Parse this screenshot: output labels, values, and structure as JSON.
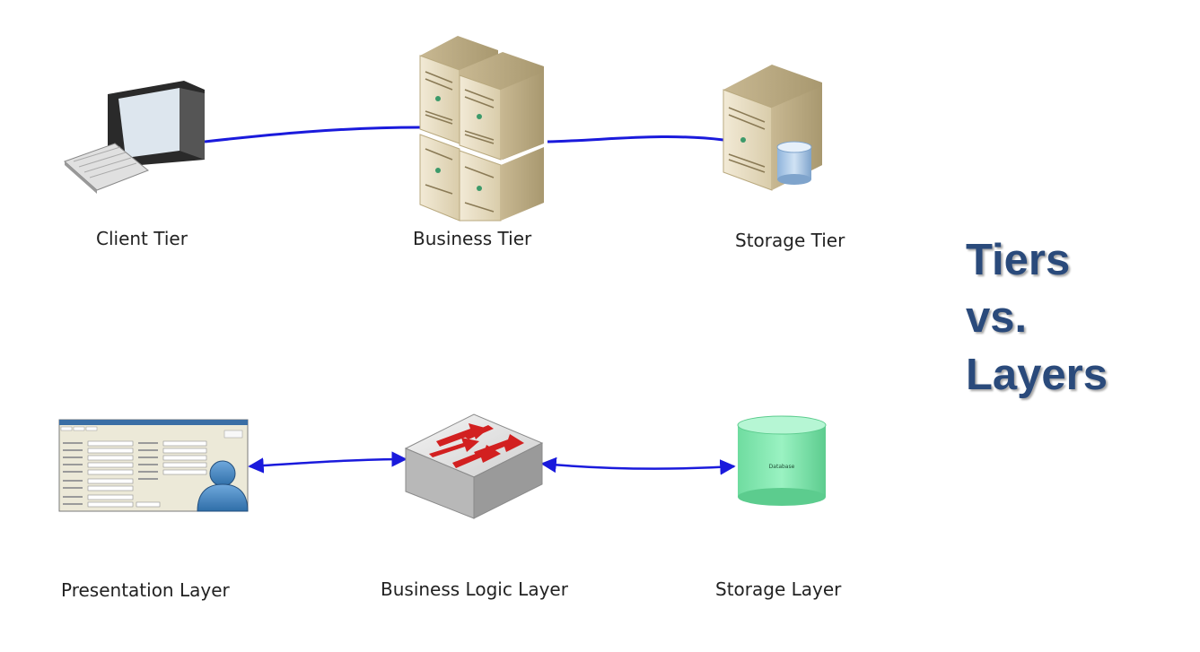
{
  "title_lines": [
    "Tiers",
    "vs.",
    "Layers"
  ],
  "tiers": {
    "client": "Client Tier",
    "business": "Business Tier",
    "storage": "Storage Tier"
  },
  "layers": {
    "presentation": "Presentation Layer",
    "business_logic": "Business Logic Layer",
    "storage": "Storage Layer"
  },
  "database_label": "Database",
  "colors": {
    "connector": "#1a1adc",
    "title": "#2a4a7b",
    "server": "#e8dcc0",
    "database": "#7fe8b0"
  }
}
